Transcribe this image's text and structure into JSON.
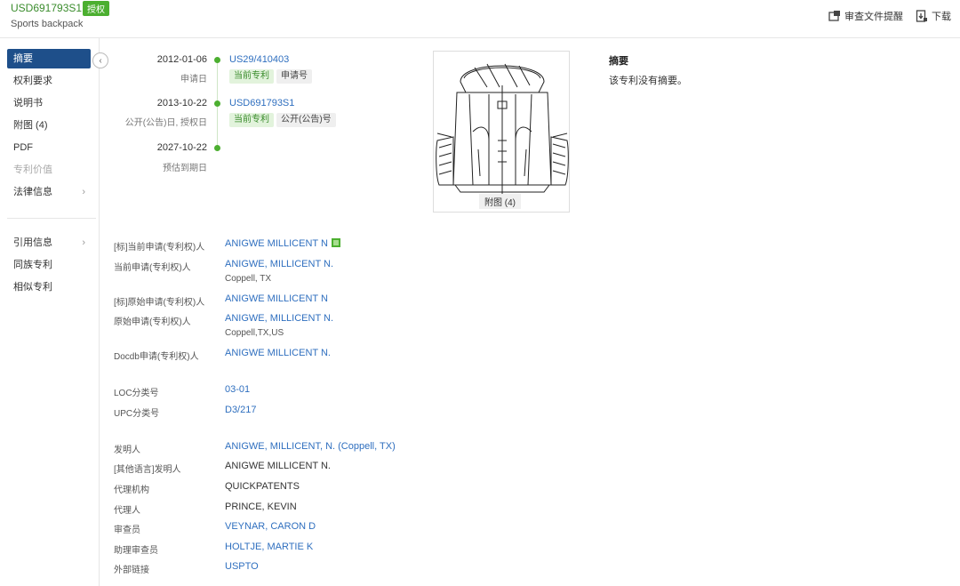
{
  "header": {
    "patent_number": "USD691793S1",
    "status_badge": "授权",
    "title": "Sports backpack",
    "actions": [
      {
        "label": "审查文件提醒",
        "icon": "bell-doc-icon"
      },
      {
        "label": "下载",
        "icon": "download-icon"
      }
    ]
  },
  "sidebar": {
    "items": [
      {
        "label": "摘要",
        "state": "active"
      },
      {
        "label": "权利要求"
      },
      {
        "label": "说明书"
      },
      {
        "label": "附图 (4)"
      },
      {
        "label": "PDF"
      },
      {
        "label": "专利价值",
        "state": "disabled"
      },
      {
        "label": "法律信息",
        "chevron": "›"
      },
      {
        "label": "引用信息",
        "chevron": "›"
      },
      {
        "label": "同族专利"
      },
      {
        "label": "相似专利"
      }
    ],
    "collapse_glyph": "‹"
  },
  "timeline": [
    {
      "date": "2012-01-06",
      "label": "申请日",
      "number": "US29/410403",
      "tags": [
        "当前专利",
        "申请号"
      ]
    },
    {
      "date": "2013-10-22",
      "label": "公开(公告)日, 授权日",
      "number": "USD691793S1",
      "tags": [
        "当前专利",
        "公开(公告)号"
      ]
    },
    {
      "date": "2027-10-22",
      "label": "预估到期日",
      "number": "",
      "tags": []
    }
  ],
  "figure": {
    "caption": "附图 (4)"
  },
  "abstract": {
    "title": "摘要",
    "text": "该专利没有摘要。"
  },
  "details": [
    {
      "label": "[标]当前申请(专利权)人",
      "value": "ANIGWE MILLICENT N",
      "link": true,
      "icon": "company-icon"
    },
    {
      "label": "当前申请(专利权)人",
      "value": "ANIGWE, MILLICENT N.",
      "sub": "Coppell, TX",
      "link": true
    },
    {
      "label": "[标]原始申请(专利权)人",
      "value": "ANIGWE MILLICENT N",
      "link": true
    },
    {
      "label": "原始申请(专利权)人",
      "value": "ANIGWE, MILLICENT N.",
      "sub": "Coppell,TX,US",
      "link": true
    },
    {
      "label": "Docdb申请(专利权)人",
      "value": "ANIGWE MILLICENT N.",
      "link": true
    },
    {
      "label": "LOC分类号",
      "value": "03-01",
      "link": true
    },
    {
      "label": "UPC分类号",
      "value": "D3/217",
      "link": true
    },
    {
      "label": "发明人",
      "value": "ANIGWE, MILLICENT, N. (Coppell, TX)",
      "link": true
    },
    {
      "label": "[其他语言]发明人",
      "value": "ANIGWE MILLICENT N.",
      "link": false
    },
    {
      "label": "代理机构",
      "value": "QUICKPATENTS",
      "link": false
    },
    {
      "label": "代理人",
      "value": "PRINCE, KEVIN",
      "link": false
    },
    {
      "label": "审查员",
      "value": "VEYNAR, CARON D",
      "link": true
    },
    {
      "label": "助理审查员",
      "value": "HOLTJE, MARTIE K",
      "link": true
    },
    {
      "label": "外部链接",
      "value": "USPTO",
      "link": true
    }
  ]
}
